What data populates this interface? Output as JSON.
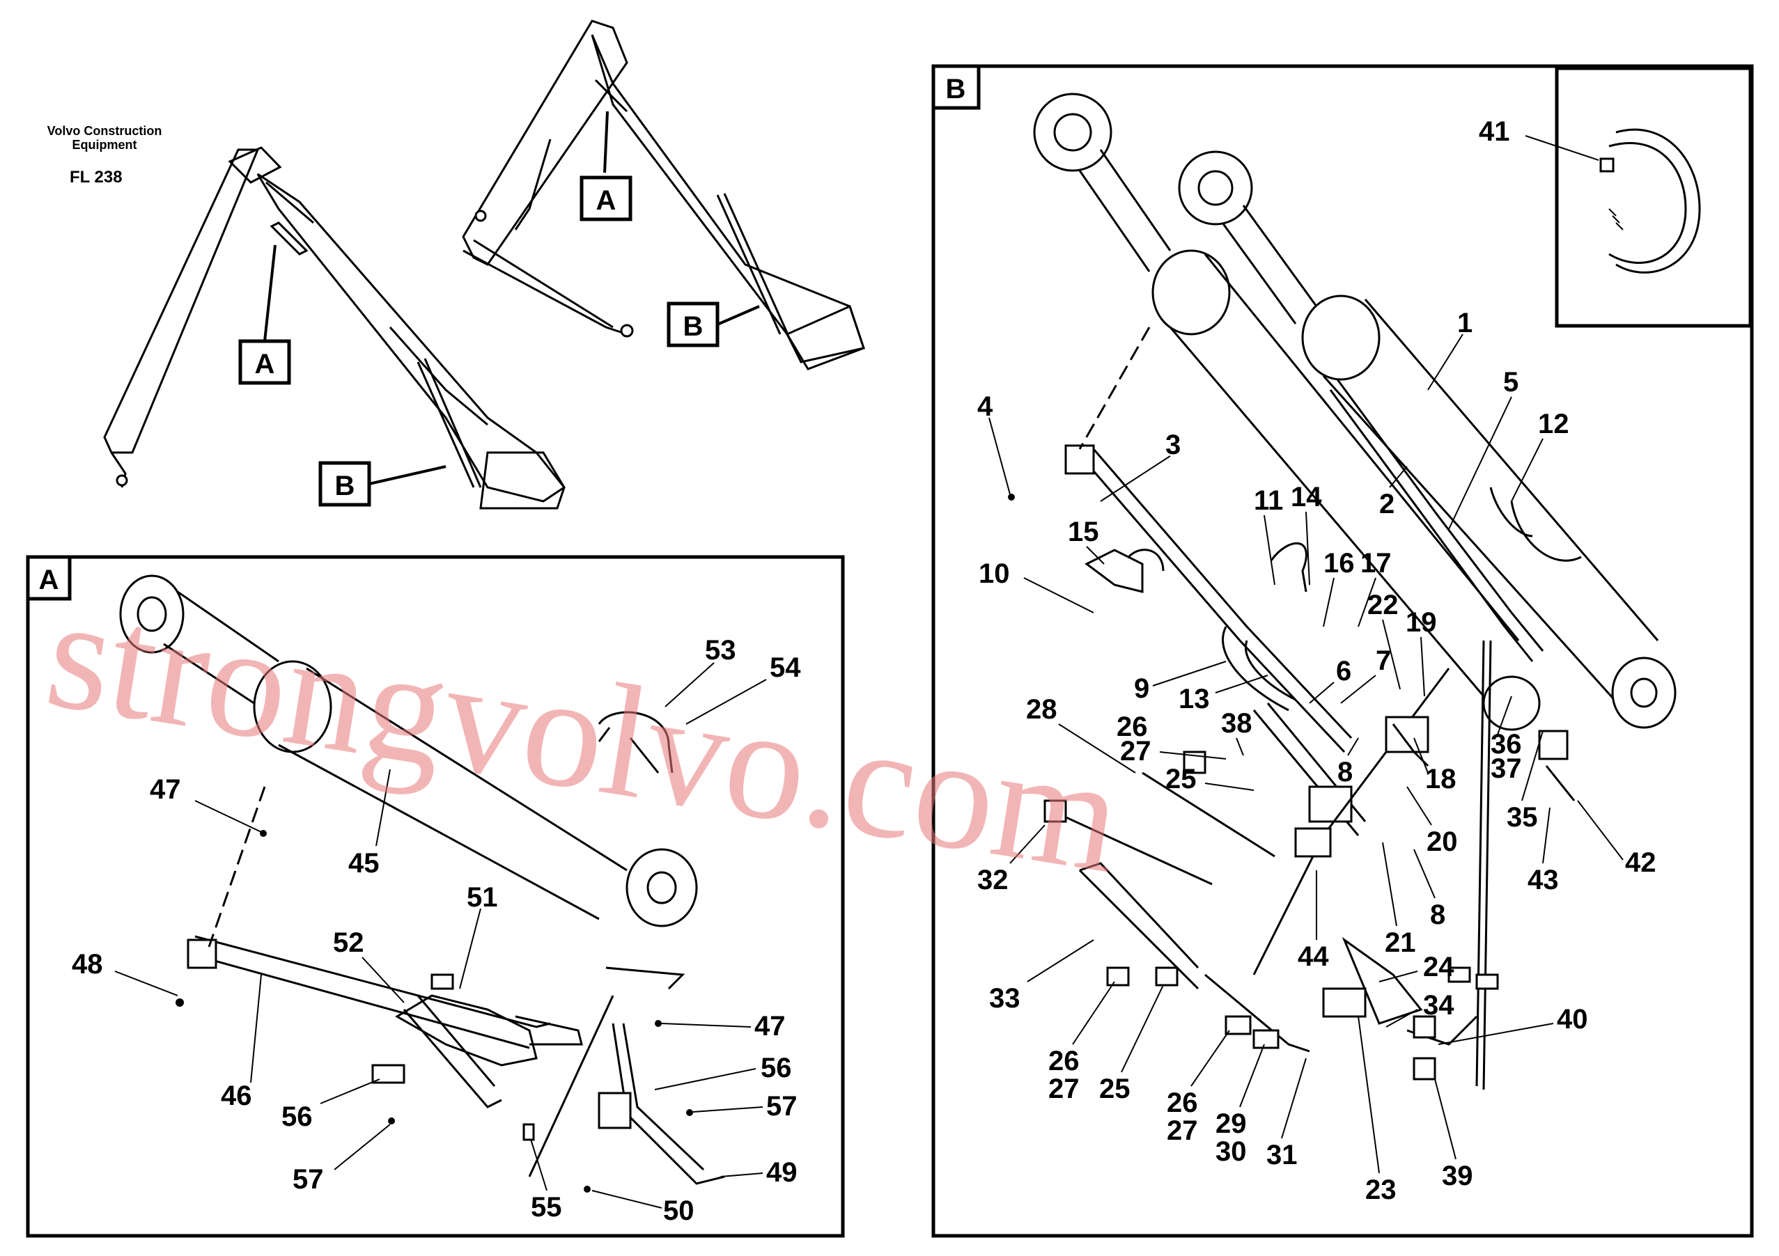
{
  "header": {
    "brand": "Volvo Construction Equipment",
    "brand_line1": "Volvo Construction",
    "brand_line2": "Equipment",
    "code": "FL 238"
  },
  "watermark": "strongvolvo.com",
  "views": {
    "overview_tags": [
      "A",
      "B",
      "A",
      "B"
    ],
    "panel_a": {
      "tag": "A"
    },
    "panel_b": {
      "tag": "B"
    }
  },
  "callouts_a": [
    "53",
    "54",
    "47",
    "45",
    "51",
    "52",
    "48",
    "46",
    "56",
    "57",
    "47",
    "56",
    "57",
    "55",
    "50",
    "49"
  ],
  "callouts_b": [
    "41",
    "1",
    "5",
    "12",
    "4",
    "3",
    "2",
    "11",
    "14",
    "15",
    "16",
    "17",
    "10",
    "22",
    "19",
    "9",
    "13",
    "6",
    "7",
    "28",
    "26",
    "27",
    "38",
    "25",
    "8",
    "18",
    "36",
    "37",
    "35",
    "42",
    "32",
    "43",
    "20",
    "44",
    "21",
    "8",
    "24",
    "33",
    "26",
    "27",
    "25",
    "34",
    "40",
    "26",
    "27",
    "29",
    "30",
    "31",
    "23",
    "39"
  ]
}
